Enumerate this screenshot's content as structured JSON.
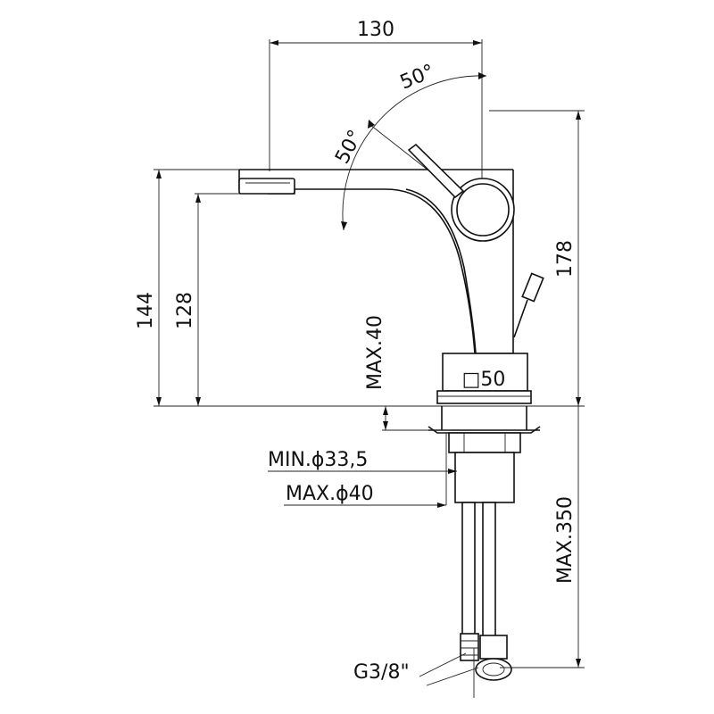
{
  "drawing": {
    "dimensions": {
      "width_top": "130",
      "angle_right": "50°",
      "angle_left": "50°",
      "height_total": "144",
      "height_spout": "128",
      "height_right": "178",
      "max_deck": "MAX.40",
      "base_square": "□50",
      "min_hole": "MIN.ϕ33,5",
      "max_hole": "MAX.ϕ40",
      "max_hose": "MAX.350",
      "thread": "G3/8\""
    }
  }
}
